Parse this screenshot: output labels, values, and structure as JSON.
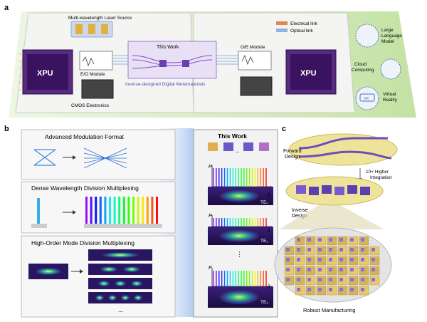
{
  "panel_a": {
    "letter": "a",
    "laser_source": "Multi-wavelength Laser Source",
    "legend_electrical": "Electrical link",
    "legend_optical": "Optical link",
    "xpu_left": "XPU",
    "xpu_right": "XPU",
    "eo_module": "E/O Module",
    "oe_module": "O/E Module",
    "cmos": "CMOS Electronics",
    "this_work": "This Work",
    "metamaterials": "Inverse-designed Digital Metamaterials",
    "app_llm_line1": "Large",
    "app_llm_line2": "Language",
    "app_llm_line3": "Model",
    "app_cloud_line1": "Cloud",
    "app_cloud_line2": "Computing",
    "app_vr_line1": "Virtual",
    "app_vr_line2": "Reality",
    "vr_badge": "VR"
  },
  "panel_b": {
    "letter": "b",
    "amf": "Advanced Modulation Format",
    "dwdm": "Dense Wavelength Division Multiplexing",
    "hmdm": "High-Order Mode Division Multiplexing",
    "ellipsis": "...",
    "this_work": "This Work",
    "axis_p": "P",
    "axis_lambda": "λ",
    "te0": "TE₀",
    "te1": "TE₁",
    "te4": "TE₄",
    "dots_top": "...",
    "dots_mid": "⋮"
  },
  "panel_c": {
    "letter": "c",
    "forward_line1": "Forward",
    "forward_line2": "Design",
    "higher_line1": "10× Higher",
    "higher_line2": "Integration",
    "inverse_line1": "Inverse",
    "inverse_line2": "Design",
    "robust": "Robust Manufacturing"
  },
  "colors": {
    "panel_a_green": "#cfe8b4",
    "xpu_purple": "#4a1a6e",
    "optical_blue": "#6fa0d8",
    "metamaterial_purple": "#7a4fc4"
  }
}
